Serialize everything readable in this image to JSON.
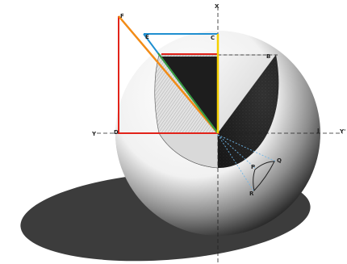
{
  "labels": {
    "x": "X",
    "y": "Y",
    "y_prime": "Y'",
    "f": "F",
    "e": "E",
    "c": "C",
    "b": "B",
    "d": "D",
    "j": "J",
    "p": "P",
    "q": "Q",
    "r": "R"
  },
  "colors": {
    "red_line": "#e2231a",
    "orange_line": "#f28c16",
    "blue_line": "#1f8fd0",
    "green_line": "#3a9b3a",
    "yellow_line": "#f5d000",
    "sphere_dark": "#141414",
    "shadow": "#3c3c3c"
  }
}
